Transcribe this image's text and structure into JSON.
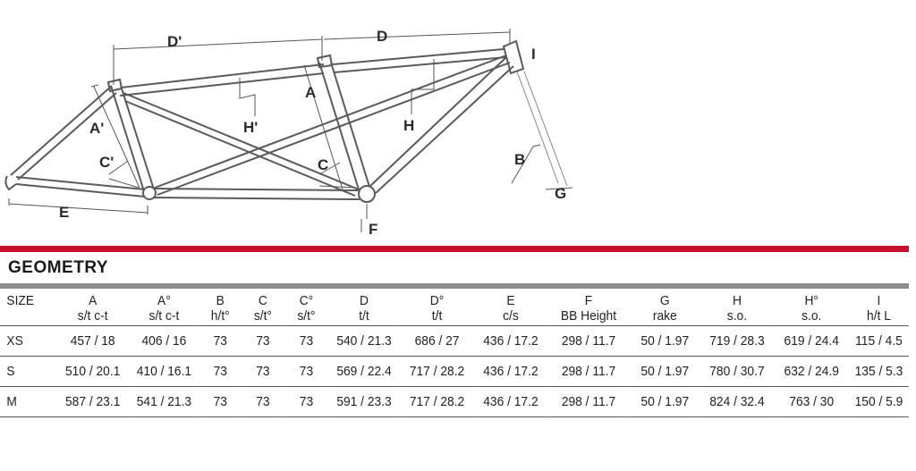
{
  "diagram": {
    "labels": {
      "A": "A",
      "A_prime": "A'",
      "B": "B",
      "C": "C",
      "C_prime": "C'",
      "D": "D",
      "D_prime": "D'",
      "E": "E",
      "F": "F",
      "G": "G",
      "H": "H",
      "H_prime": "H'",
      "I": "I"
    }
  },
  "colors": {
    "accent_red": "#c8102e",
    "rule_gray": "#8c8c8c",
    "frame_stroke": "#555555"
  },
  "geometry": {
    "title": "GEOMETRY",
    "columns": [
      {
        "l1": "SIZE",
        "l2": ""
      },
      {
        "l1": "A",
        "l2": "s/t c-t"
      },
      {
        "l1": "A°",
        "l2": "s/t c-t"
      },
      {
        "l1": "B",
        "l2": "h/t°"
      },
      {
        "l1": "C",
        "l2": "s/t°"
      },
      {
        "l1": "C°",
        "l2": "s/t°"
      },
      {
        "l1": "D",
        "l2": "t/t"
      },
      {
        "l1": "D°",
        "l2": "t/t"
      },
      {
        "l1": "E",
        "l2": "c/s"
      },
      {
        "l1": "F",
        "l2": "BB Height"
      },
      {
        "l1": "G",
        "l2": "rake"
      },
      {
        "l1": "H",
        "l2": "s.o."
      },
      {
        "l1": "H°",
        "l2": "s.o."
      },
      {
        "l1": "I",
        "l2": "h/t L"
      }
    ],
    "rows": [
      [
        "XS",
        "457 / 18",
        "406 / 16",
        "73",
        "73",
        "73",
        "540 / 21.3",
        "686 / 27",
        "436 / 17.2",
        "298 / 11.7",
        "50 / 1.97",
        "719 / 28.3",
        "619 / 24.4",
        "115 / 4.5"
      ],
      [
        "S",
        "510 / 20.1",
        "410 / 16.1",
        "73",
        "73",
        "73",
        "569 / 22.4",
        "717 / 28.2",
        "436 / 17.2",
        "298 / 11.7",
        "50 / 1.97",
        "780 / 30.7",
        "632 / 24.9",
        "135 / 5.3"
      ],
      [
        "M",
        "587 / 23.1",
        "541 / 21.3",
        "73",
        "73",
        "73",
        "591 / 23.3",
        "717 / 28.2",
        "436 / 17.2",
        "298 / 11.7",
        "50 / 1.97",
        "824 / 32.4",
        "763 / 30",
        "150 / 5.9"
      ]
    ]
  }
}
